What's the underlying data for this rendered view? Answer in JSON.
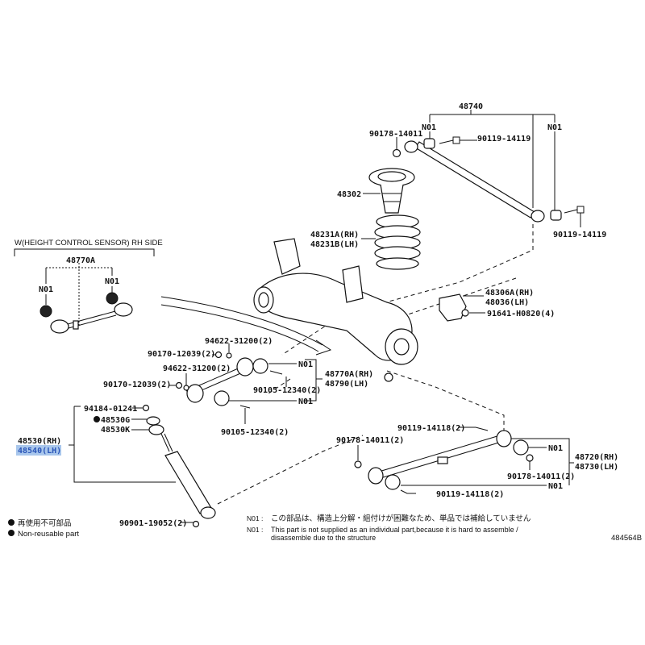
{
  "diagram_id": "484564B",
  "labels": {
    "l48740": "48740",
    "n01_a": "N01",
    "n01_b": "N01",
    "l90178_top": "90178-14011",
    "l90119_top": "90119-14119",
    "l48302": "48302",
    "l48231a": "48231A(RH)",
    "l48231b": "48231B(LH)",
    "l90119_br": "90119-14119",
    "sensor_title": "W(HEIGHT CONTROL SENSOR) RH SIDE",
    "l48770a": "48770A",
    "n01_c": "N01",
    "n01_d": "N01",
    "l94622_a": "94622-31200(2)",
    "l90170_a": "90170-12039(2)",
    "l94622_b": "94622-31200(2)",
    "l90170_b": "90170-12039(2)",
    "n01_e": "N01",
    "l48770a_rh": "48770A(RH)",
    "l48790_lh": "48790(LH)",
    "l90105_a": "90105-12340(2)",
    "n01_f": "N01",
    "l90105_b": "90105-12340(2)",
    "l94184": "94184-01241",
    "l48530g": "48530G",
    "l48530k": "48530K",
    "l48530": "48530(RH)",
    "l48540": "48540(LH)",
    "l48306a": "48306A(RH)",
    "l48036": "48036(LH)",
    "l91641": "91641-H0820(4)",
    "l90119_14118_a": "90119-14118(2)",
    "l90178_14011_a": "90178-14011(2)",
    "n01_g": "N01",
    "l48720": "48720(RH)",
    "l48730": "48730(LH)",
    "l90178_14011_b": "90178-14011(2)",
    "n01_h": "N01",
    "l90119_14118_b": "90119-14118(2)",
    "l90901": "90901-19052(2)"
  },
  "legend": {
    "jp": "再使用不可部品",
    "en": "Non-reusable part"
  },
  "notes": {
    "n01_jp_key": "N01 :",
    "n01_jp": "この部品は、構造上分解・組付けが困難なため、単品では補給していません",
    "n01_en_key": "N01 :",
    "n01_en_1": "This part is not supplied as an individual part,because it is hard to assemble /",
    "n01_en_2": "disassemble due to the structure"
  },
  "colors": {
    "highlight": "#a9c7ec"
  }
}
